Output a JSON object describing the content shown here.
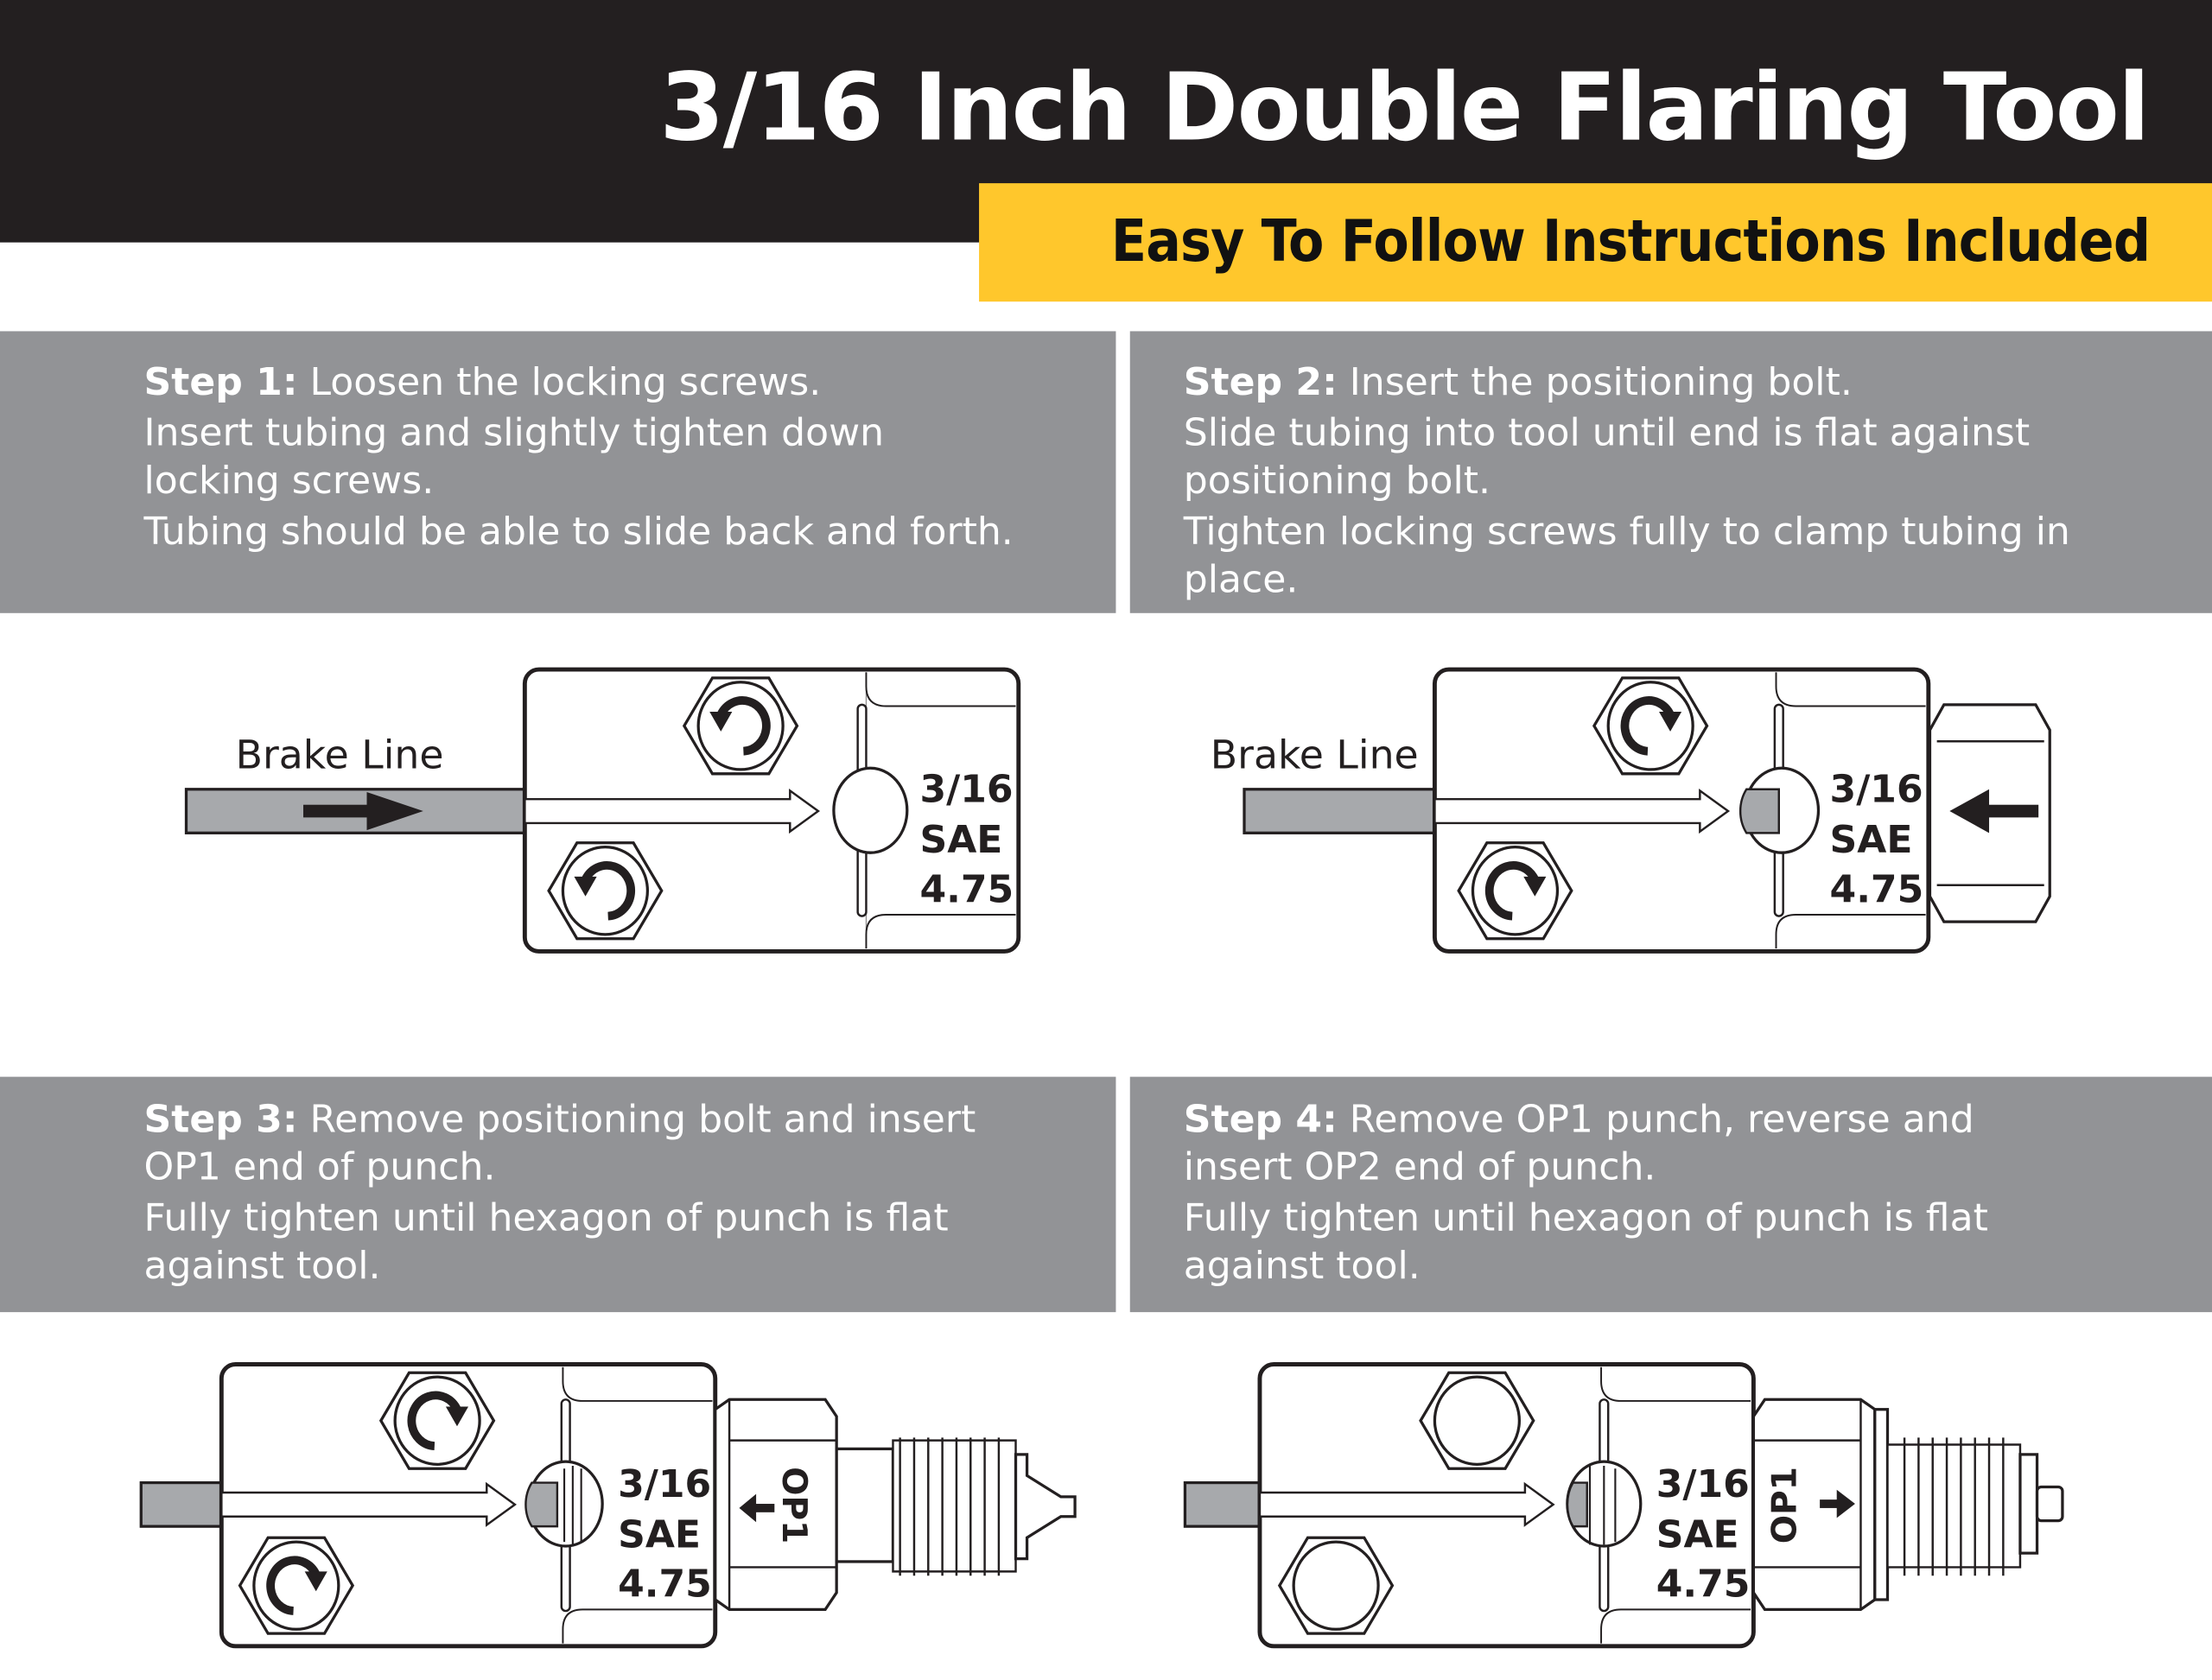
{
  "header": {
    "title": "3/16 Inch Double Flaring Tool",
    "subtitle": "Easy To Follow Instructions Included",
    "colors": {
      "header_bg": "#231f20",
      "accent_yellow": "#ffc72c",
      "panel_gray": "#929396",
      "tubing_gray": "#a7a9ac"
    }
  },
  "steps": [
    {
      "label": "Step 1:",
      "lines": [
        "Loosen the locking screws.",
        "Insert tubing and slightly tighten down locking screws.",
        "Tubing should be able to slide back and forth."
      ],
      "diagram": {
        "brake_line_label": "Brake Line",
        "die_size": "3/16",
        "die_standard": "SAE",
        "die_value": "4.75",
        "screw_direction": "counter-clockwise-icon",
        "attachment": "none"
      }
    },
    {
      "label": "Step 2:",
      "lines": [
        "Insert the positioning bolt.",
        "Slide tubing into tool until end is flat against positioning bolt.",
        "Tighten locking screws fully to clamp tubing in place."
      ],
      "diagram": {
        "brake_line_label": "Brake Line",
        "die_size": "3/16",
        "die_standard": "SAE",
        "die_value": "4.75",
        "screw_direction": "clockwise-icon",
        "attachment": "positioning-bolt"
      }
    },
    {
      "label": "Step 3:",
      "lines": [
        "Remove positioning bolt and insert OP1 end of punch.",
        "Fully tighten until hexagon of punch is flat against tool."
      ],
      "diagram": {
        "die_size": "3/16",
        "die_standard": "SAE",
        "die_value": "4.75",
        "screw_direction": "clockwise-icon",
        "attachment": "punch-op1",
        "punch_label": "OP1"
      }
    },
    {
      "label": "Step 4:",
      "lines": [
        "Remove OP1 punch, reverse and insert OP2 end of punch.",
        "Fully tighten until hexagon of punch is flat against tool."
      ],
      "diagram": {
        "die_size": "3/16",
        "die_standard": "SAE",
        "die_value": "4.75",
        "screw_direction": "none",
        "attachment": "punch-op2",
        "punch_label": "OP1"
      }
    }
  ]
}
